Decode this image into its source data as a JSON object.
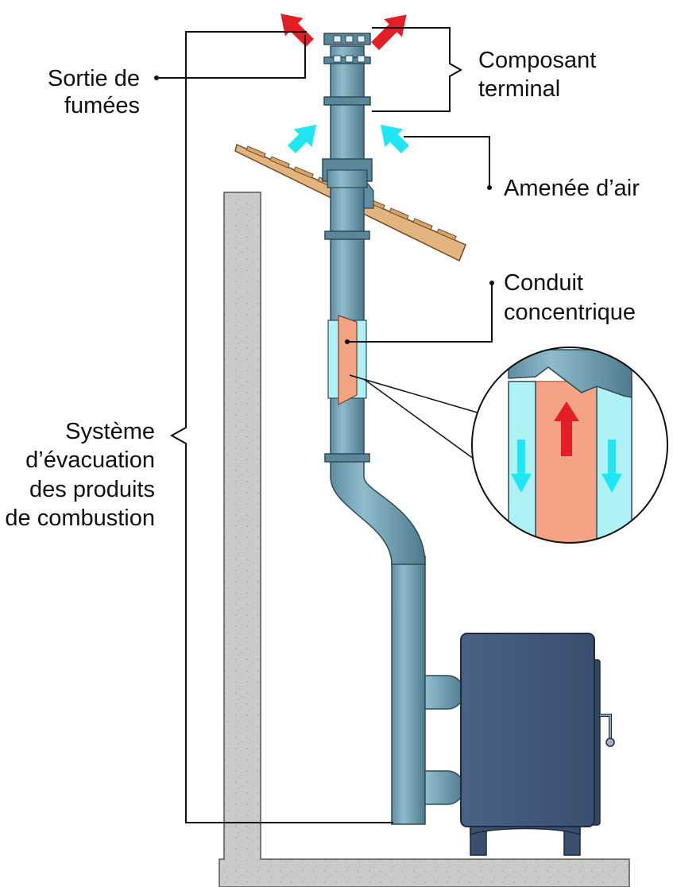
{
  "labels": {
    "sortie": [
      "Sortie de",
      "fumées"
    ],
    "composant": [
      "Composant",
      "terminal"
    ],
    "amenee": [
      "Amenée d’air"
    ],
    "conduit": [
      "Conduit",
      "concentrique"
    ],
    "systeme": [
      "Système",
      "d’évacuation",
      "des produits",
      "de combustion"
    ]
  },
  "colors": {
    "pipe": "#6f9eb1",
    "pipe_dark": "#3f6b7c",
    "flue_gas": "#e41e26",
    "fresh_air": "#1fe6f2",
    "inner_duct": "#f4a384",
    "annulus": "#aef2f6",
    "stove": "#42587a",
    "wall": "#c8c8c6",
    "roof": "#e3b47e"
  }
}
